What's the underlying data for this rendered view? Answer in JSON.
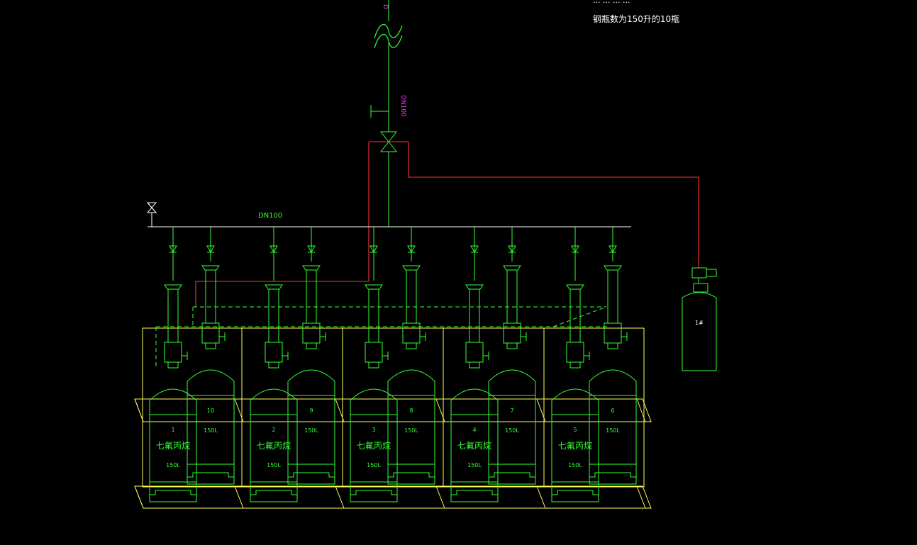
{
  "colors": {
    "background": "#000000",
    "pipe": "#33ff33",
    "frame": "#ffff55",
    "signal": "#ff3333",
    "note": "#ff33ff",
    "text": "#ffffff"
  },
  "notes": {
    "top_line_partial": "... ... ... ...",
    "cylinder_note": "钢瓶数为150升的10瓶"
  },
  "labels": {
    "main_pipe": "DN100",
    "riser_pipe": "DN100",
    "top_cut": "D"
  },
  "cylinders": {
    "front": [
      {
        "number": "1",
        "agent": "七氟丙烷",
        "volume": "150L"
      },
      {
        "number": "2",
        "agent": "七氟丙烷",
        "volume": "150L"
      },
      {
        "number": "3",
        "agent": "七氟丙烷",
        "volume": "150L"
      },
      {
        "number": "4",
        "agent": "七氟丙烷",
        "volume": "150L"
      },
      {
        "number": "5",
        "agent": "七氟丙烷",
        "volume": "150L"
      }
    ],
    "back": [
      {
        "number": "10",
        "volume": "150L"
      },
      {
        "number": "9",
        "volume": "150L"
      },
      {
        "number": "8",
        "volume": "150L"
      },
      {
        "number": "7",
        "volume": "150L"
      },
      {
        "number": "6",
        "volume": "150L"
      }
    ]
  },
  "pilot_cylinder": {
    "label": "1#"
  }
}
